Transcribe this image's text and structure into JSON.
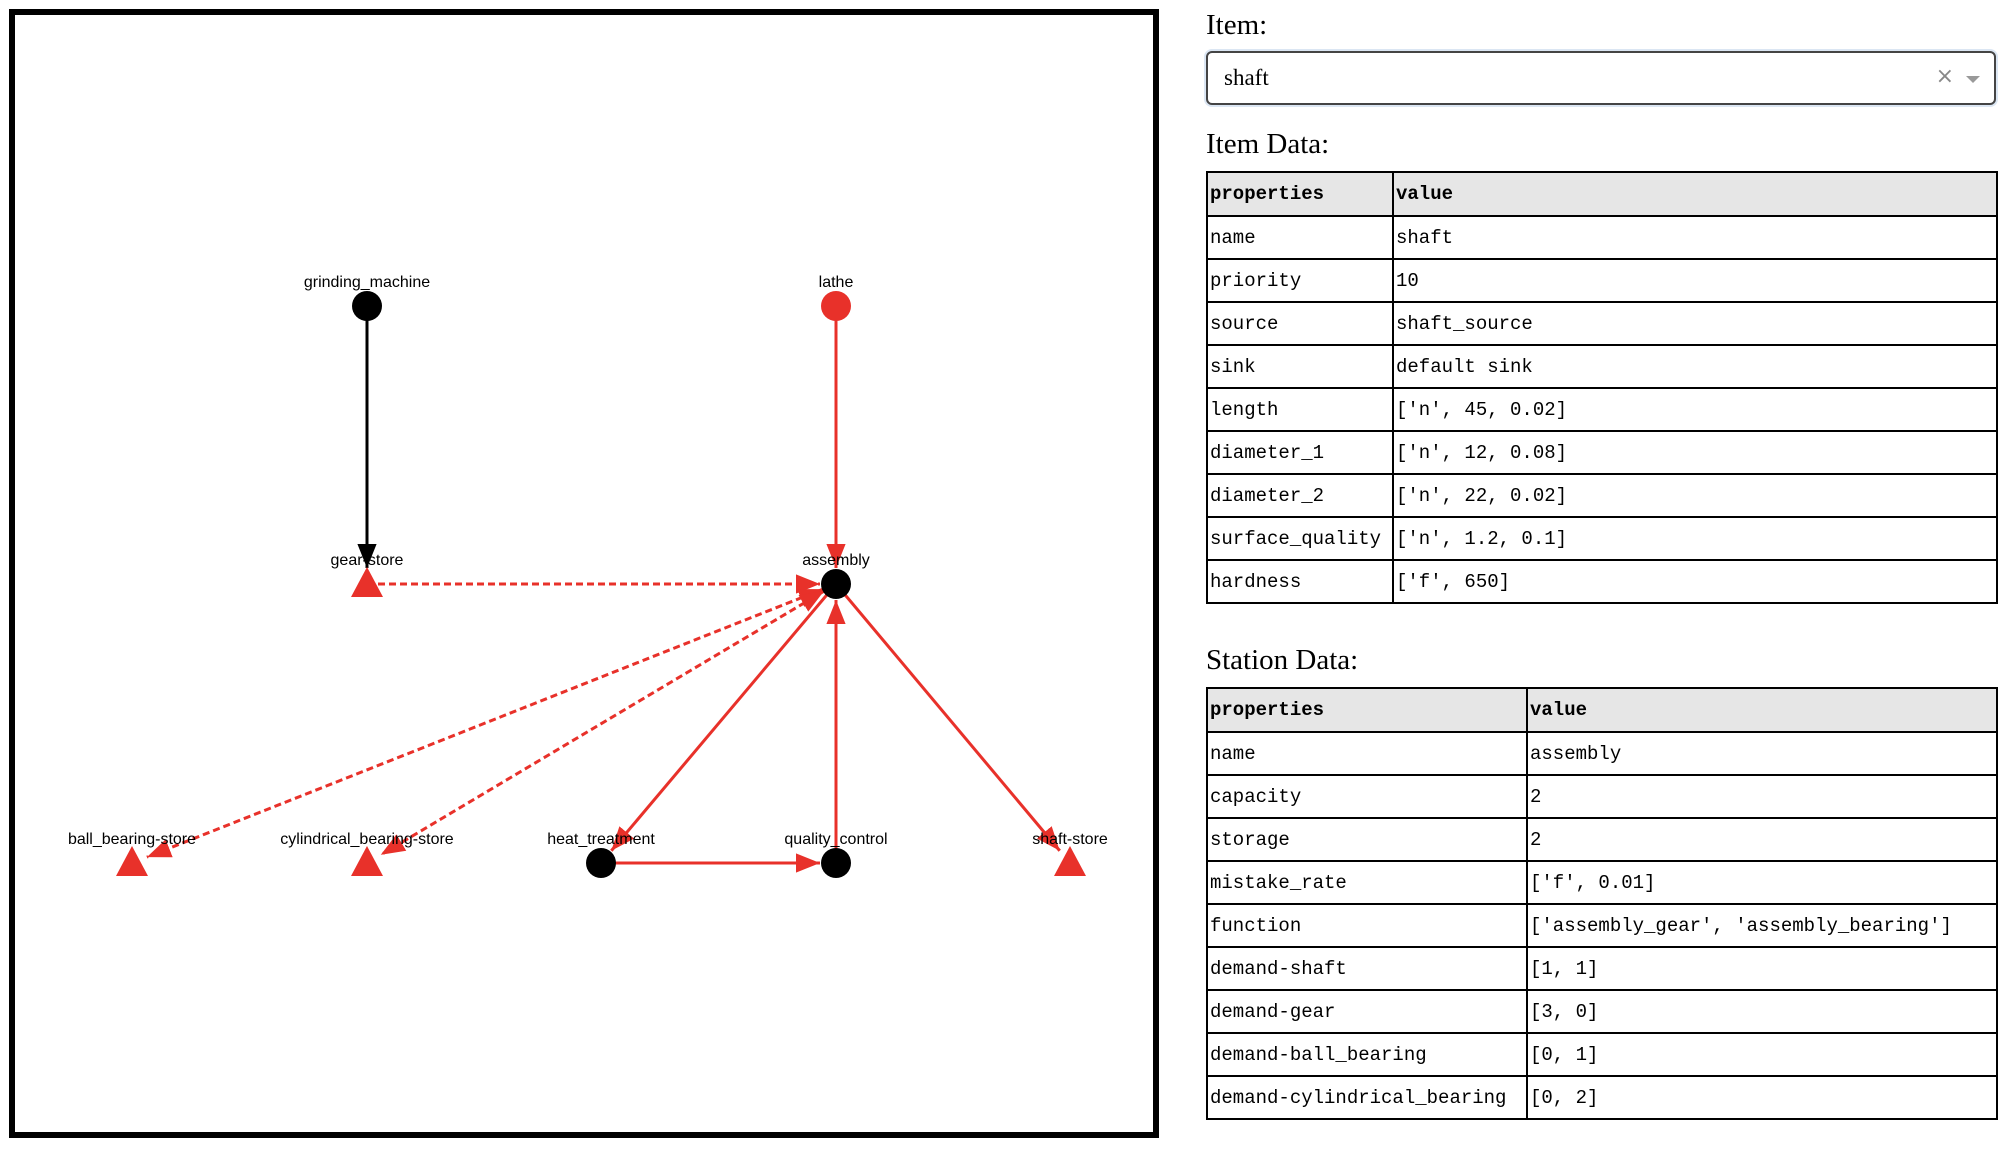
{
  "graph": {
    "nodes": [
      {
        "id": "grinding_machine",
        "label": "grinding_machine",
        "shape": "circle",
        "color": "#000000"
      },
      {
        "id": "lathe",
        "label": "lathe",
        "shape": "circle",
        "color": "#e8312a"
      },
      {
        "id": "gear-store",
        "label": "gear-store",
        "shape": "triangle",
        "color": "#e8312a"
      },
      {
        "id": "assembly",
        "label": "assembly",
        "shape": "circle",
        "color": "#000000"
      },
      {
        "id": "ball_bearing-store",
        "label": "ball_bearing-store",
        "shape": "triangle",
        "color": "#e8312a"
      },
      {
        "id": "cylindrical_bearing-store",
        "label": "cylindrical_bearing-store",
        "shape": "triangle",
        "color": "#e8312a"
      },
      {
        "id": "heat_treatment",
        "label": "heat_treatment",
        "shape": "circle",
        "color": "#000000"
      },
      {
        "id": "quality_control",
        "label": "quality_control",
        "shape": "circle",
        "color": "#000000"
      },
      {
        "id": "shaft-store",
        "label": "shaft-store",
        "shape": "triangle",
        "color": "#e8312a"
      }
    ],
    "edges": [
      {
        "from": "grinding_machine",
        "to": "gear-store",
        "style": "solid",
        "color": "#000000"
      },
      {
        "from": "lathe",
        "to": "assembly",
        "style": "solid",
        "color": "#e8312a"
      },
      {
        "from": "gear-store",
        "to": "assembly",
        "style": "dashed",
        "color": "#e8312a"
      },
      {
        "from": "assembly",
        "to": "ball_bearing-store",
        "style": "dashed",
        "color": "#e8312a",
        "bidirectional": true
      },
      {
        "from": "assembly",
        "to": "cylindrical_bearing-store",
        "style": "dashed",
        "color": "#e8312a",
        "bidirectional": true
      },
      {
        "from": "assembly",
        "to": "heat_treatment",
        "style": "solid",
        "color": "#e8312a"
      },
      {
        "from": "heat_treatment",
        "to": "quality_control",
        "style": "solid",
        "color": "#e8312a"
      },
      {
        "from": "quality_control",
        "to": "assembly",
        "style": "solid",
        "color": "#e8312a"
      },
      {
        "from": "assembly",
        "to": "shaft-store",
        "style": "solid",
        "color": "#e8312a"
      }
    ]
  },
  "item": {
    "title": "Item:",
    "selected": "shaft",
    "clear_symbol": "×"
  },
  "item_data": {
    "title": "Item Data:",
    "headers": [
      "properties",
      "value"
    ],
    "rows": [
      [
        "name",
        "shaft"
      ],
      [
        "priority",
        "10"
      ],
      [
        "source",
        "shaft_source"
      ],
      [
        "sink",
        "default sink"
      ],
      [
        "length",
        "['n', 45, 0.02]"
      ],
      [
        "diameter_1",
        "['n', 12, 0.08]"
      ],
      [
        "diameter_2",
        "['n', 22, 0.02]"
      ],
      [
        "surface_quality",
        "['n', 1.2, 0.1]"
      ],
      [
        "hardness",
        "['f', 650]"
      ]
    ]
  },
  "station_data": {
    "title": "Station Data:",
    "headers": [
      "properties",
      "value"
    ],
    "rows": [
      [
        "name",
        "assembly"
      ],
      [
        "capacity",
        "2"
      ],
      [
        "storage",
        "2"
      ],
      [
        "mistake_rate",
        "['f', 0.01]"
      ],
      [
        "function",
        "['assembly_gear', 'assembly_bearing']"
      ],
      [
        "demand-shaft",
        "[1, 1]"
      ],
      [
        "demand-gear",
        "[3, 0]"
      ],
      [
        "demand-ball_bearing",
        "[0, 1]"
      ],
      [
        "demand-cylindrical_bearing",
        "[0, 2]"
      ]
    ]
  }
}
